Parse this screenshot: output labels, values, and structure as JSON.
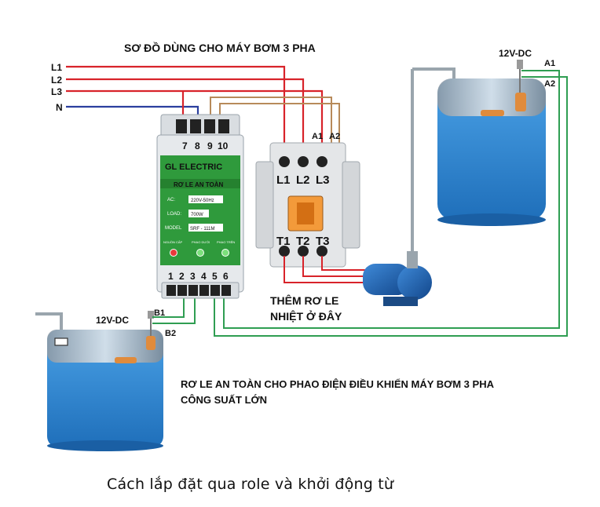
{
  "diagram": {
    "title": "SƠ ĐỒ DÙNG CHO MÁY BƠM 3 PHA",
    "lines": {
      "l1": "L1",
      "l2": "L2",
      "l3": "L3",
      "n": "N"
    },
    "upper_tank": {
      "supply": "12V-DC",
      "a1": "A1",
      "a2": "A2"
    },
    "lower_tank": {
      "supply": "12V-DC",
      "b1": "B1",
      "b2": "B2"
    },
    "relay": {
      "brand": "GL ELECTRIC",
      "name": "RƠ LE AN TOÀN",
      "specs": [
        {
          "key": "AC:",
          "value": "220V-50Hz"
        },
        {
          "key": "LOAD:",
          "value": "700W"
        },
        {
          "key": "MODEL",
          "value": "SRF - 111M"
        }
      ],
      "leds": [
        "NGUỒN CẤP",
        "PHAO DƯỚI",
        "PHAO TRÊN"
      ],
      "top_terminals": [
        "7",
        "8",
        "9",
        "10"
      ],
      "bottom_terminals": [
        "1",
        "2",
        "3",
        "4",
        "5",
        "6"
      ]
    },
    "contactor": {
      "coil_a1": "A1",
      "coil_a2": "A2",
      "inputs": [
        "L1",
        "L2",
        "L3"
      ],
      "outputs": [
        "T1",
        "T2",
        "T3"
      ]
    },
    "note_line1": "THÊM RƠ LE",
    "note_line2": "NHIỆT Ở ĐÂY",
    "desc_line1": "RƠ LE AN TOÀN CHO PHAO ĐIỆN ĐIỀU KHIỂN MÁY BƠM 3 PHA",
    "desc_line2": "CÔNG SUẤT LỚN"
  },
  "caption": "Cách lắp đặt qua role và khởi động từ",
  "colors": {
    "phase": "#d8232a",
    "neutral": "#2b3f9e",
    "signal": "#2f9e52",
    "control": "#b78a5a",
    "water": "#2f86d4",
    "relay_panel": "#2f9a3c"
  }
}
